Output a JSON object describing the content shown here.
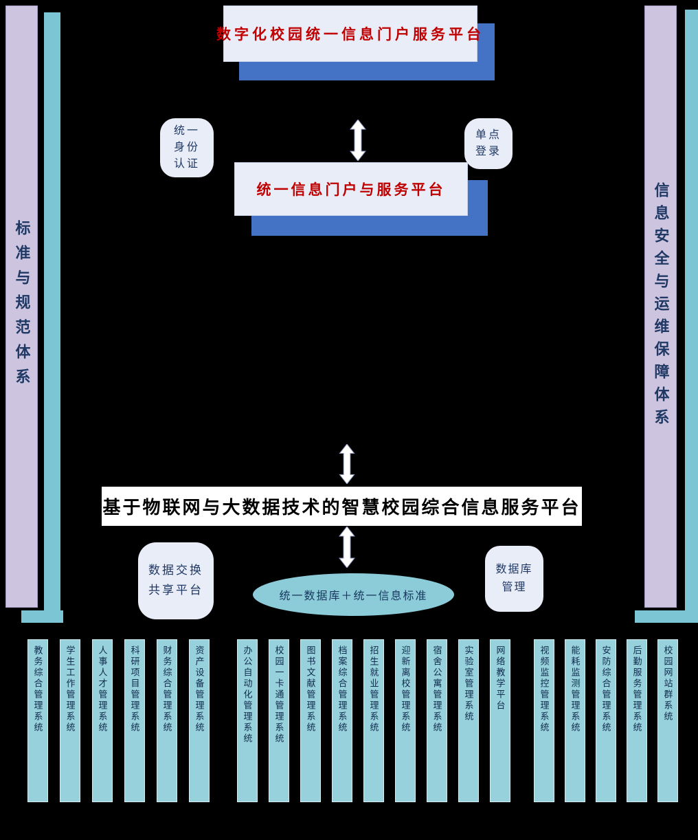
{
  "diagram": {
    "colors": {
      "background": "#000000",
      "accent_blue": "#4472c4",
      "panel_fill": "#e9edf8",
      "teal": "#7cc5d5",
      "bar_teal": "#96d1dc",
      "lavender": "#cdc5e0",
      "red_text": "#c00000",
      "dark_text": "#1f3864"
    },
    "icons": {
      "double_arrow": "⇕",
      "plus": "＋"
    },
    "portal_box": {
      "label": "数字化校园统一信息门户服务平台"
    },
    "service_box": {
      "label": "统一信息门户与服务平台"
    },
    "auth_badge": {
      "lines": [
        "统一",
        "身份",
        "认证"
      ]
    },
    "sso_badge": {
      "lines": [
        "单点",
        "登录"
      ]
    },
    "platform_bar": {
      "label": "基于物联网与大数据技术的智慧校园综合信息服务平台"
    },
    "exchange_badge": {
      "lines": [
        "数据交换",
        "共享平台"
      ]
    },
    "database_badge": {
      "lines": [
        "数据库",
        "管理"
      ]
    },
    "core_ellipse": {
      "label": "统一数据库＋统一信息标准"
    },
    "left_pillar": {
      "label": "标准与规范体系"
    },
    "right_pillar": {
      "label": "信息安全与运维保障体系"
    },
    "system_groups": [
      {
        "systems": [
          "教务综合管理系统",
          "学生工作管理系统",
          "人事人才管理系统",
          "科研项目管理系统",
          "财务综合管理系统",
          "资产设备管理系统"
        ]
      },
      {
        "systems": [
          "办公自动化管理系统",
          "校园一卡通管理系统",
          "图书文献管理系统",
          "档案综合管理系统",
          "招生就业管理系统",
          "迎新离校管理系统",
          "宿舍公寓管理系统",
          "实验室管理系统",
          "网络教学平台"
        ]
      },
      {
        "systems": [
          "视频监控管理系统",
          "能耗监测管理系统",
          "安防综合管理系统",
          "后勤服务管理系统",
          "校园网站群系统"
        ]
      }
    ]
  }
}
